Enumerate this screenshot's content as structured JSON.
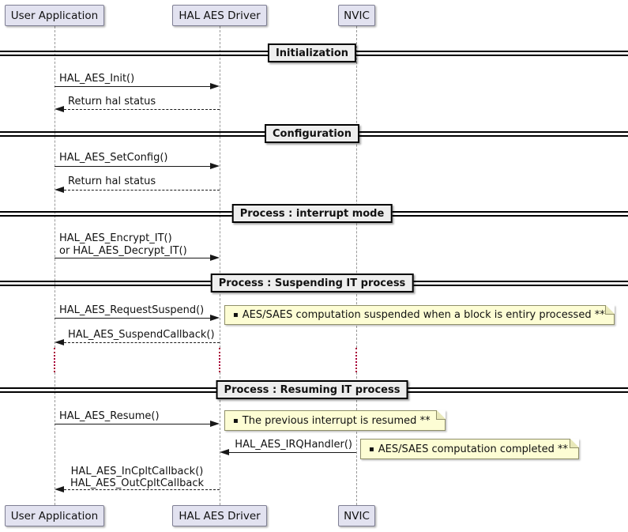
{
  "participants": [
    {
      "label": "User Application"
    },
    {
      "label": "HAL AES Driver"
    },
    {
      "label": "NVIC"
    }
  ],
  "dividers": [
    {
      "label": "Initialization"
    },
    {
      "label": "Configuration"
    },
    {
      "label": "Process : interrupt mode"
    },
    {
      "label": "Process : Suspending IT process"
    },
    {
      "label": "Process : Resuming IT process"
    }
  ],
  "messages": [
    {
      "label": "HAL_AES_Init()",
      "type": "call"
    },
    {
      "label": "Return hal status",
      "type": "return"
    },
    {
      "label": "HAL_AES_SetConfig()",
      "type": "call"
    },
    {
      "label": "Return hal status",
      "type": "return"
    },
    {
      "label_line1": "HAL_AES_Encrypt_IT()",
      "label_line2": "or HAL_AES_Decrypt_IT()",
      "type": "call"
    },
    {
      "label": "HAL_AES_RequestSuspend()",
      "type": "call"
    },
    {
      "label": "HAL_AES_SuspendCallback()",
      "type": "return"
    },
    {
      "label": "HAL_AES_Resume()",
      "type": "call"
    },
    {
      "label": "HAL_AES_IRQHandler()",
      "type": "call"
    },
    {
      "label_line1": "HAL_AES_InCpltCallback()",
      "label_line2": "HAL_AES_OutCpltCallback",
      "type": "return"
    }
  ],
  "notes": [
    {
      "bullet": "▪",
      "text": "AES/SAES computation suspended when a block is entiry processed **"
    },
    {
      "bullet": "▪",
      "text": "The previous interrupt is resumed **"
    },
    {
      "bullet": "▪",
      "text": "AES/SAES computation completed **"
    }
  ],
  "colors": {
    "background": "#FFFFFF",
    "participant_fill": "#E2E2F0",
    "participant_border": "#7F7F94",
    "divider_fill": "#EEEEEE",
    "divider_border": "#000000",
    "note_fill": "#FDFDD4",
    "note_border": "#90906A",
    "lifeline": "#999999",
    "delay": "#A80036",
    "arrow": "#181818",
    "text": "#111111"
  }
}
